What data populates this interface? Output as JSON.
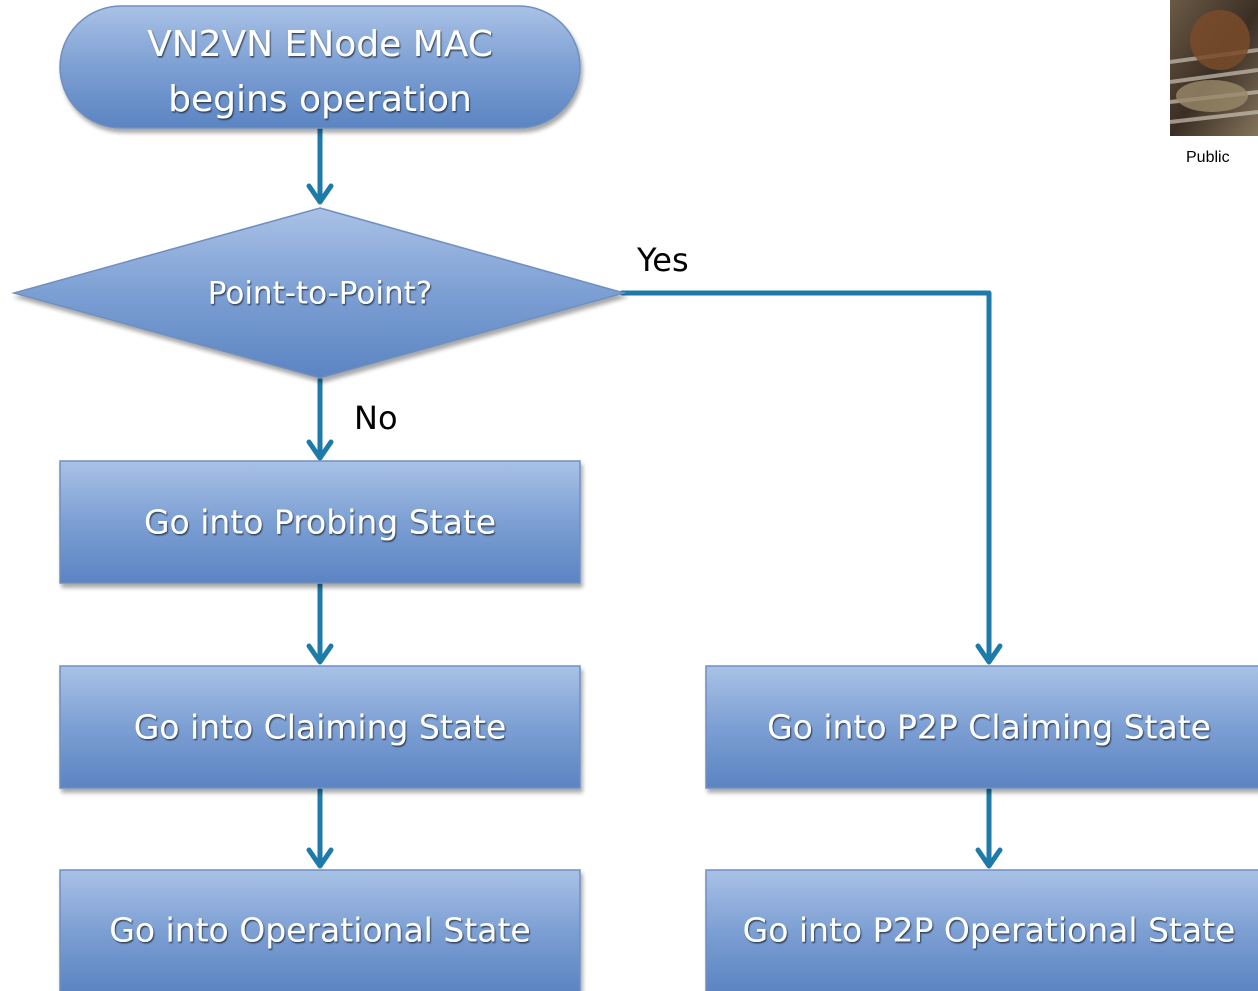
{
  "flowchart": {
    "start": {
      "line1": "VN2VN ENode MAC",
      "line2": "begins operation"
    },
    "decision": {
      "label": "Point-to-Point?"
    },
    "edges": {
      "yes_label": "Yes",
      "no_label": "No"
    },
    "left_branch": {
      "probing": "Go into Probing State",
      "claiming": "Go into Claiming State",
      "operational": "Go into Operational State"
    },
    "right_branch": {
      "p2p_claiming": "Go into P2P Claiming State",
      "p2p_operational": "Go into P2P Operational State"
    }
  },
  "photo": {
    "caption": "Public"
  },
  "colors": {
    "node_fill_top": "#a3bde3",
    "node_fill_bottom": "#5a86c6",
    "node_border": "#6f8fbf",
    "connector": "#1e7aa8",
    "text": "#ffffff"
  }
}
